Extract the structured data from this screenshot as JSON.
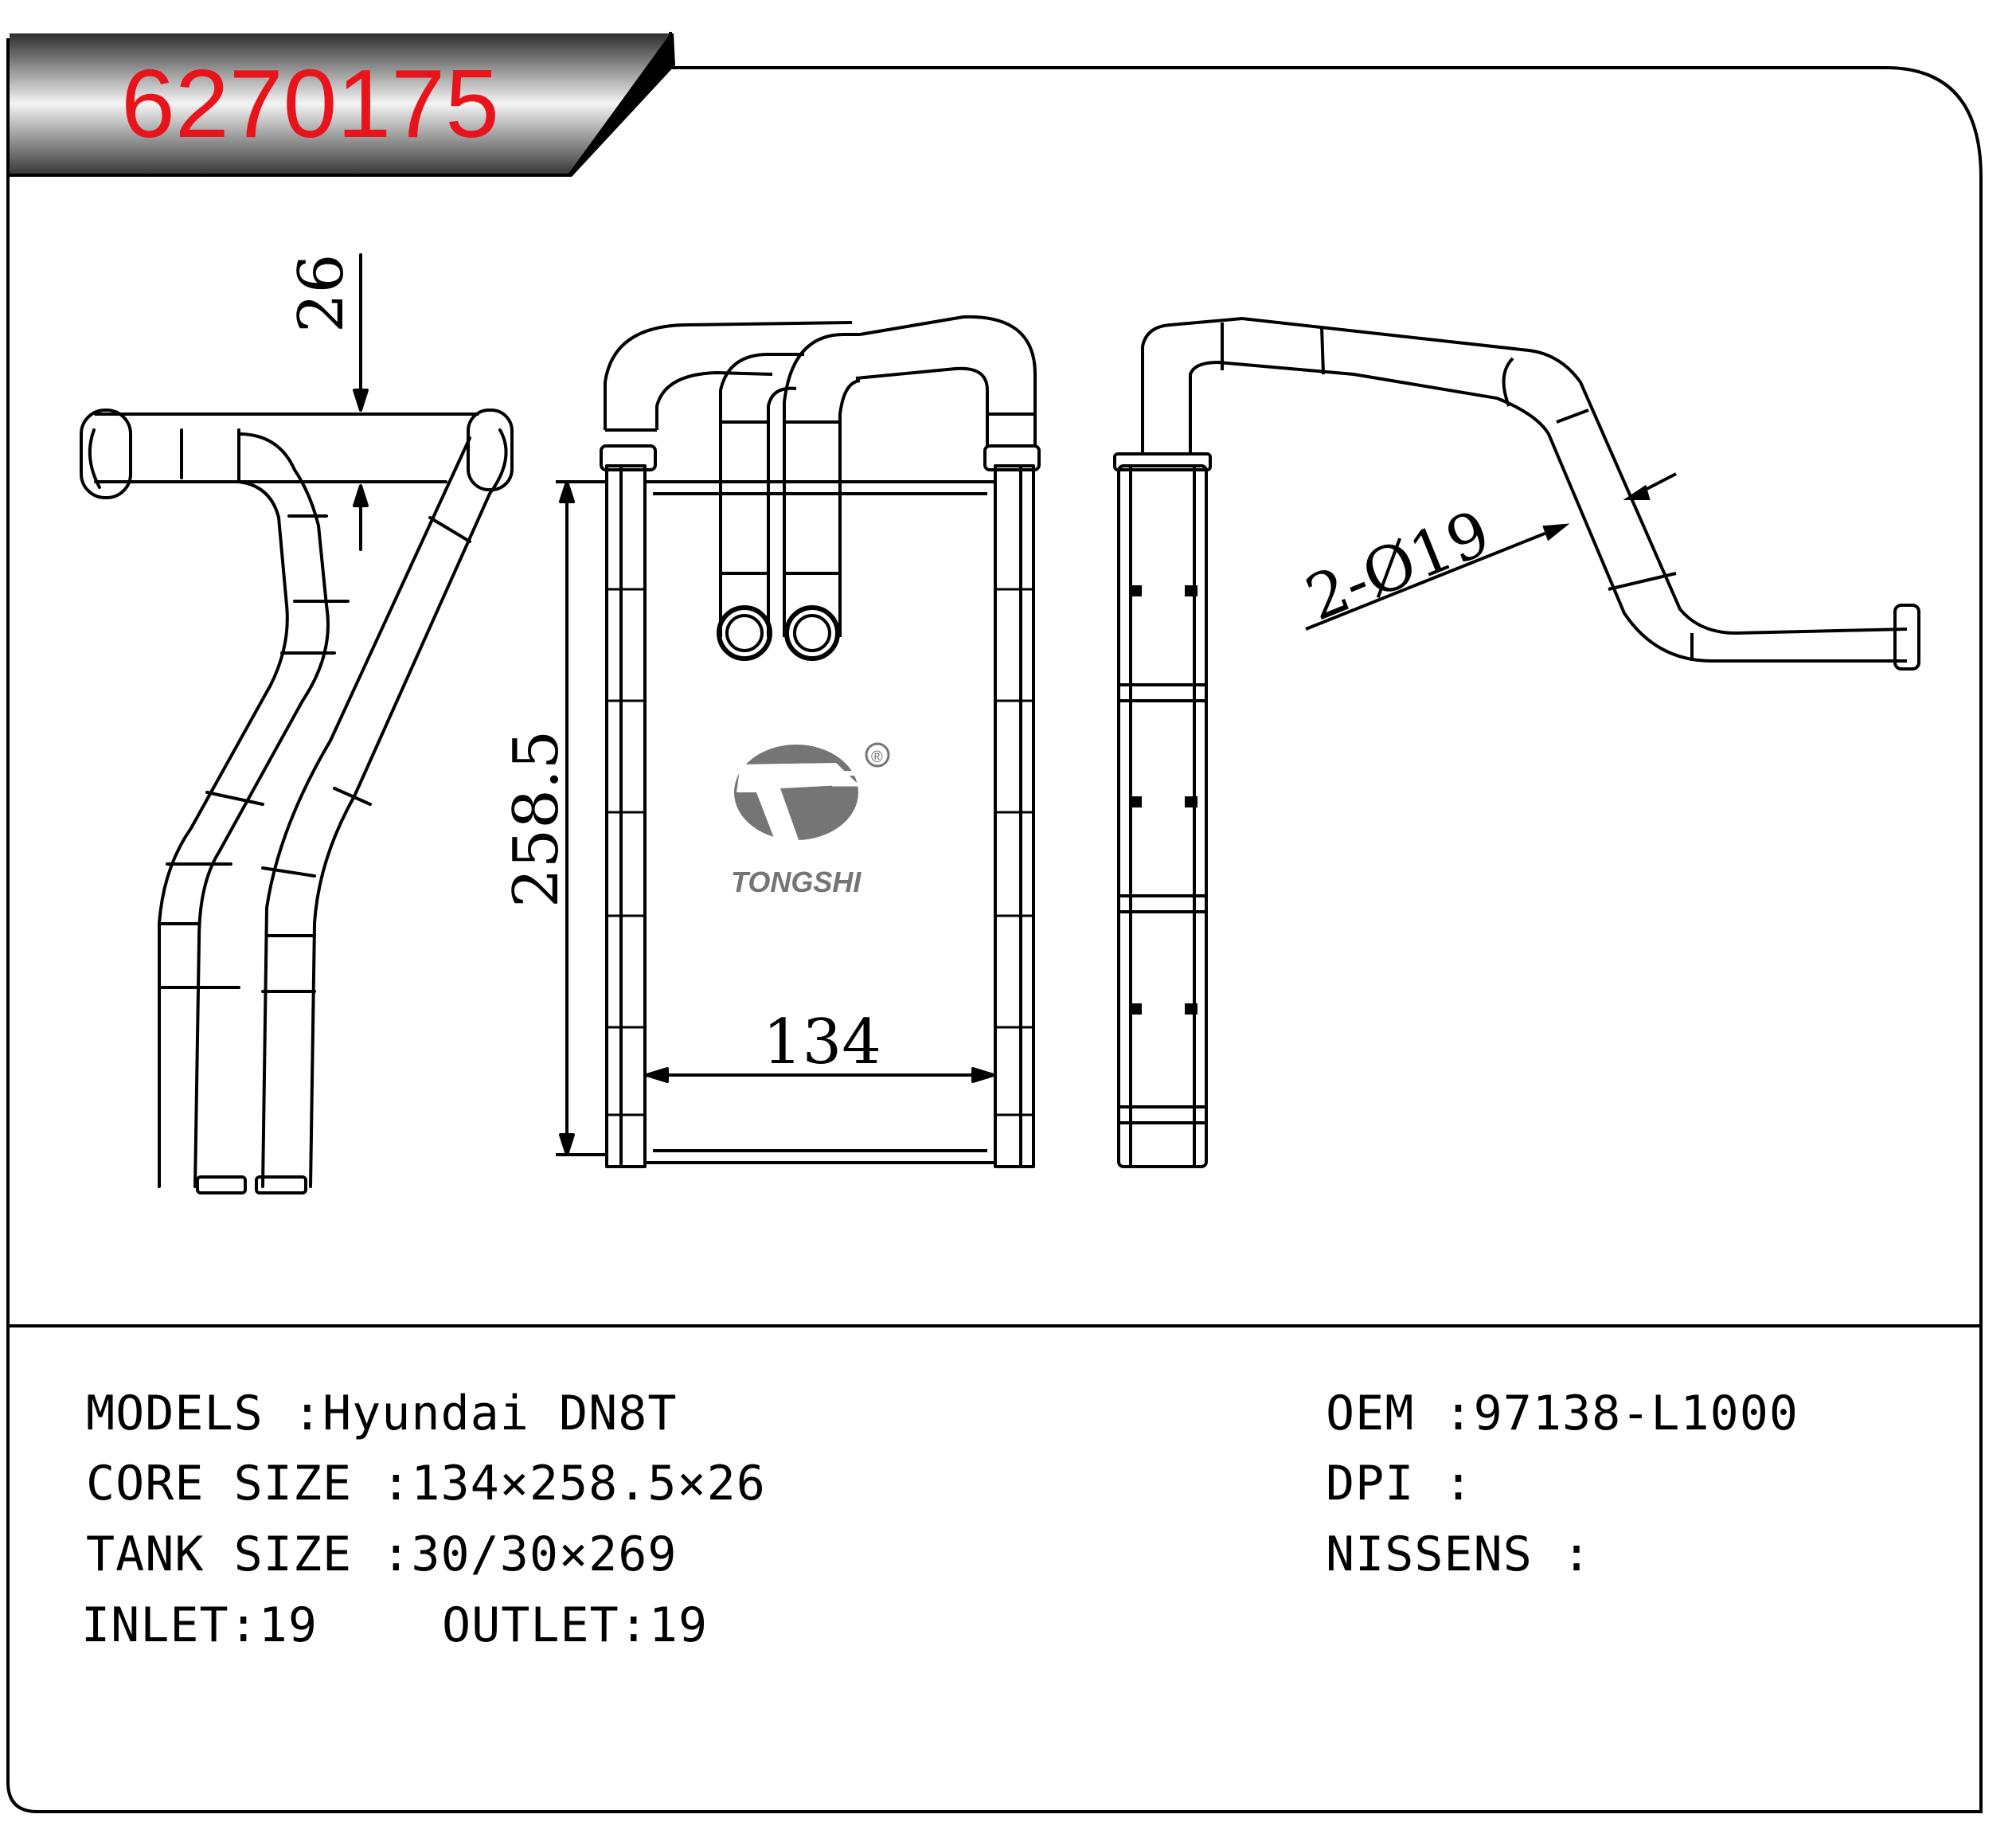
{
  "header": {
    "part_number": "6270175"
  },
  "logo": {
    "brand": "TONGSHI",
    "registered_mark": "®",
    "color": "#757575"
  },
  "dimensions": {
    "depth": "26",
    "height": "258.5",
    "width": "134",
    "pipe": "2-Ø19"
  },
  "specs": {
    "models": "MODELS :Hyundai DN8T",
    "core_size": "CORE SIZE :134×258.5×26",
    "tank_size": "TANK SIZE :30/30×269",
    "inlet": "INLET:19",
    "outlet": "OUTLET:19",
    "oem": "OEM :97138-L1000",
    "dpi": "DPI :",
    "nissens": "NISSENS :"
  },
  "colors": {
    "title_red": "#e8141b",
    "banner_dark": "#3a3a3a",
    "banner_light": "#d8d8d8"
  }
}
